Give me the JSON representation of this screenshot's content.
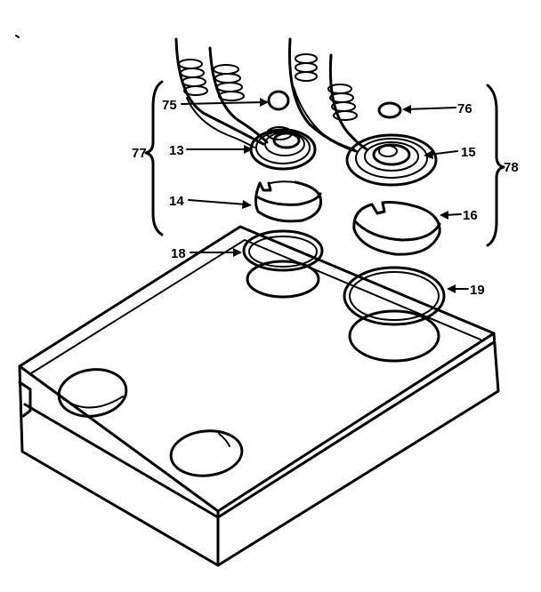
{
  "figure": {
    "callouts": {
      "c75": "75",
      "c76": "76",
      "c77": "77",
      "c78": "78",
      "c13": "13",
      "c14": "14",
      "c15": "15",
      "c16": "16",
      "c18": "18",
      "c19": "19"
    }
  }
}
